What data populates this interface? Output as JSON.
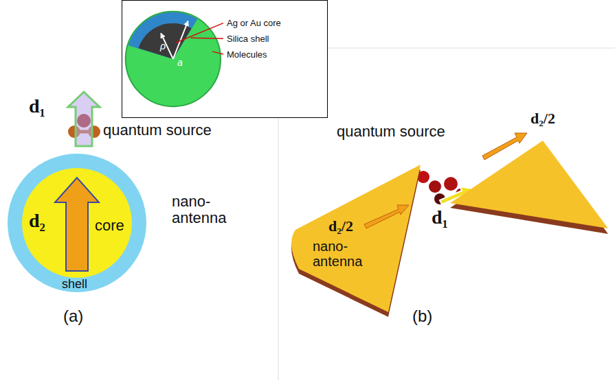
{
  "diagram": {
    "nodes": [
      {
        "text": [
          "Ag or Au core",
          "Silica shell",
          "Molecules"
        ]
      },
      {
        "text": [
          "shell"
        ]
      },
      {
        "text": [
          "d₂",
          "core"
        ],
        "in": 1
      },
      {
        "text": [
          "d₂/2",
          "nano-antenna"
        ]
      },
      {
        "text": [
          "d₂/2"
        ]
      }
    ],
    "labels": [
      "ρ",
      "a",
      "d₁",
      "quantum source",
      "nano-antenna",
      "(a)",
      "quantum source",
      "d₁",
      "(b)"
    ]
  }
}
